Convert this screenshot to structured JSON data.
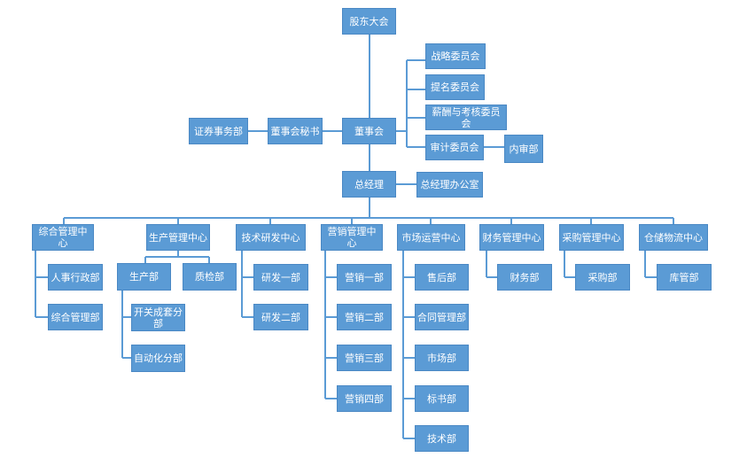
{
  "diagram": {
    "line_color": "#5b9bd5",
    "box_color": "#5b9bd5",
    "text_color": "#ffffff",
    "nodes": {
      "shareholders": "股东大会",
      "board": "董事会",
      "board_secretary": "董事会秘书",
      "securities": "证券事务部",
      "strategy_committee": "战略委员会",
      "nomination_committee": "提名委员会",
      "compensation_committee": "薪酬与考核委员会",
      "audit_committee": "审计委员会",
      "internal_audit": "内审部",
      "general_manager": "总经理",
      "gm_office": "总经理办公室",
      "admin_center": "综合管理中心",
      "hr_admin": "人事行政部",
      "general_admin": "综合管理部",
      "production_center": "生产管理中心",
      "production_dept": "生产部",
      "quality_dept": "质检部",
      "switchgear_branch": "开关成套分部",
      "automation_branch": "自动化分部",
      "rd_center": "技术研发中心",
      "rd_1": "研发一部",
      "rd_2": "研发二部",
      "sales_center": "营销管理中心",
      "sales_1": "营销一部",
      "sales_2": "营销二部",
      "sales_3": "营销三部",
      "sales_4": "营销四部",
      "market_center": "市场运营中心",
      "after_sales": "售后部",
      "contract_mgmt": "合同管理部",
      "market_dept": "市场部",
      "bid_dept": "标书部",
      "tech_dept": "技术部",
      "finance_center": "财务管理中心",
      "finance_dept": "财务部",
      "purchase_center": "采购管理中心",
      "purchase_dept": "采购部",
      "warehouse_center": "仓储物流中心",
      "warehouse_dept": "库管部"
    }
  }
}
